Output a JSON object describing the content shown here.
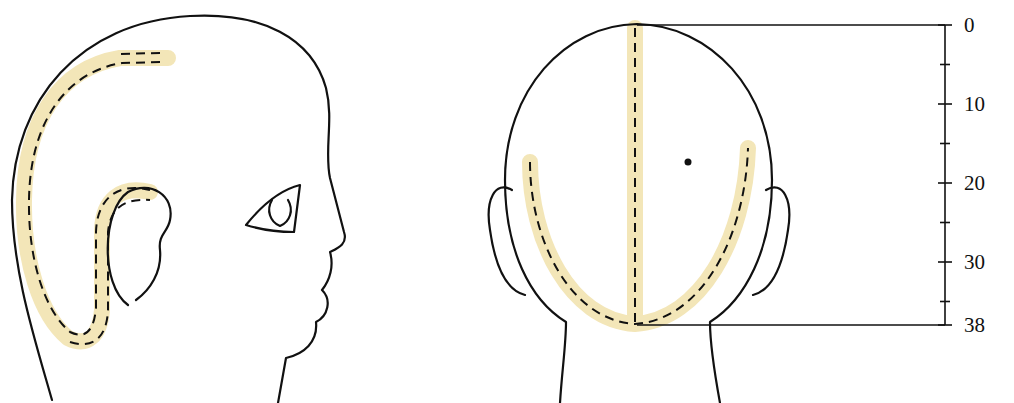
{
  "diagram": {
    "labels": [
      "0",
      "10",
      "20",
      "30",
      "38"
    ]
  }
}
